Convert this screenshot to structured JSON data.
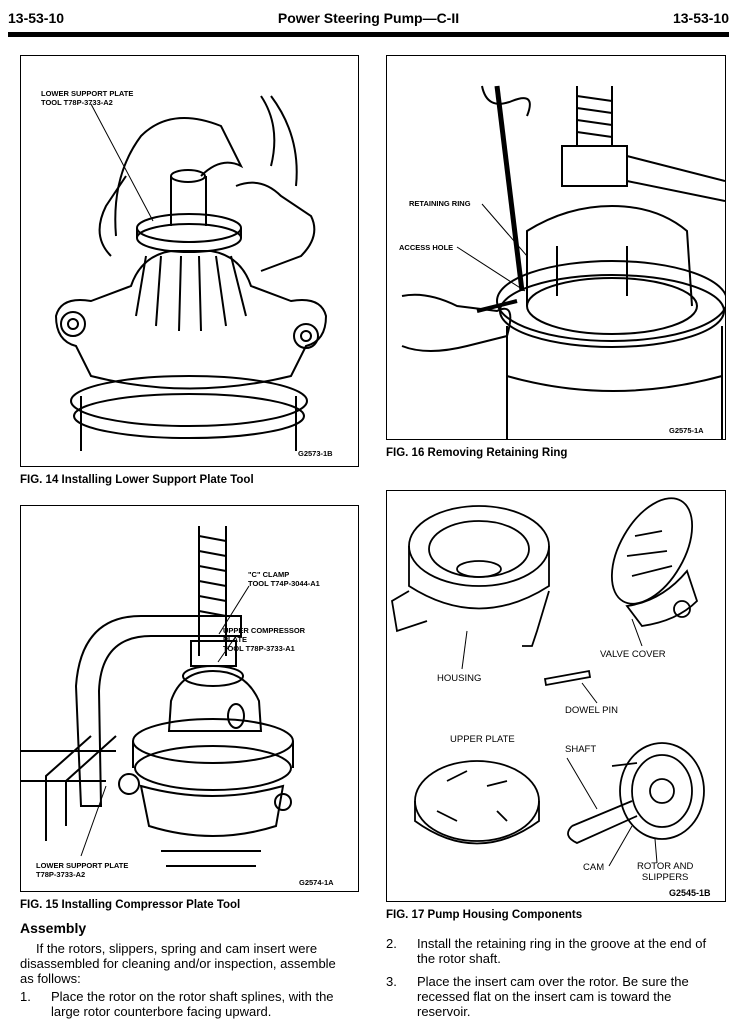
{
  "header": {
    "left": "13-53-10",
    "center": "Power Steering Pump—C-II",
    "right": "13-53-10"
  },
  "fig14": {
    "callout_line1": "LOWER SUPPORT PLATE",
    "callout_line2": "TOOL T78P-3733-A2",
    "code": "G2573-1B",
    "caption": "FIG. 14  Installing Lower Support Plate Tool"
  },
  "fig16": {
    "label_retaining_ring": "RETAINING RING",
    "label_access_hole": "ACCESS HOLE",
    "code": "G2575-1A",
    "caption": "FIG. 16  Removing Retaining Ring"
  },
  "fig15": {
    "c_clamp_line1": "\"C\" CLAMP",
    "c_clamp_line2": "TOOL T74P-3044-A1",
    "upper_line1": "UPPER COMPRESSOR",
    "upper_line2": "PLATE",
    "upper_line3": "TOOL T78P-3733-A1",
    "lower_line1": "LOWER SUPPORT PLATE",
    "lower_line2": "T78P-3733-A2",
    "code": "G2574-1A",
    "caption": "FIG. 15  Installing Compressor Plate Tool"
  },
  "fig17": {
    "valve_cover": "VALVE COVER",
    "housing": "HOUSING",
    "dowel_pin": "DOWEL PIN",
    "upper_plate": "UPPER PLATE",
    "shaft": "SHAFT",
    "cam": "CAM",
    "rotor_line1": "ROTOR AND",
    "rotor_line2": "SLIPPERS",
    "code": "G2545-1B",
    "caption": "FIG. 17  Pump Housing Components"
  },
  "assembly": {
    "heading": "Assembly",
    "intro_line1": "If the rotors, slippers, spring and cam insert were",
    "intro_line2": "disassembled for cleaning and/or inspection, assemble",
    "intro_line3": "as follows:",
    "step1_num": "1.",
    "step1_line1": "Place the rotor on the rotor shaft splines, with the",
    "step1_line2": "large rotor counterbore facing upward.",
    "step2_num": "2.",
    "step2_line1": "Install the retaining ring in the groove at the end of",
    "step2_line2": "the rotor shaft.",
    "step3_num": "3.",
    "step3_line1": "Place the insert cam over the rotor. Be sure the",
    "step3_line2": "recessed flat on the insert cam is toward the",
    "step3_line3": "reservoir."
  }
}
